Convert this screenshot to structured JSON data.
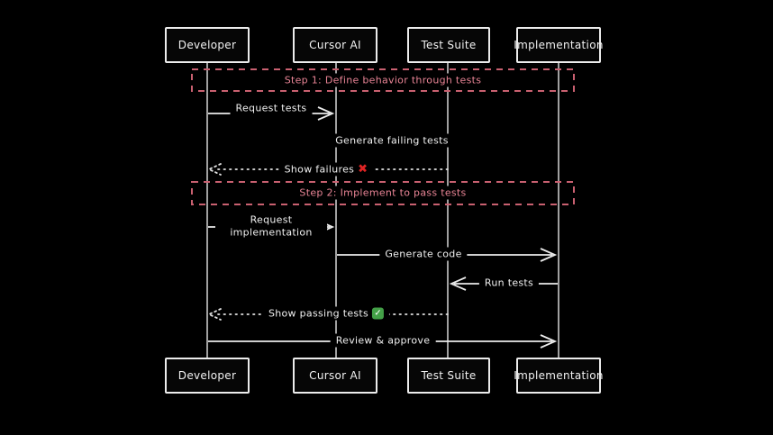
{
  "diagram": {
    "type": "sequence-diagram",
    "actors": [
      {
        "label": "Developer"
      },
      {
        "label": "Cursor AI"
      },
      {
        "label": "Test Suite"
      },
      {
        "label": "Implementation"
      }
    ],
    "steps": [
      {
        "label": "Step 1: Define behavior through tests"
      },
      {
        "label": "Step 2: Implement to pass tests"
      }
    ],
    "messages": [
      {
        "label": "Request tests",
        "from": "Developer",
        "to": "Cursor AI",
        "line": "solid"
      },
      {
        "label": "Generate failing tests",
        "from": "Cursor AI",
        "to": "Test Suite",
        "line": "solid"
      },
      {
        "label": "Show failures",
        "icon": "cross-mark",
        "from": "Test Suite",
        "to": "Developer",
        "line": "dotted"
      },
      {
        "label": "Request implementation",
        "from": "Developer",
        "to": "Cursor AI",
        "line": "solid"
      },
      {
        "label": "Generate code",
        "from": "Cursor AI",
        "to": "Implementation",
        "line": "solid"
      },
      {
        "label": "Run tests",
        "from": "Implementation",
        "to": "Test Suite",
        "line": "solid"
      },
      {
        "label": "Show passing tests",
        "icon": "check-mark",
        "from": "Test Suite",
        "to": "Developer",
        "line": "dotted"
      },
      {
        "label": "Review & approve",
        "from": "Developer",
        "to": "Implementation",
        "line": "solid"
      }
    ],
    "colors": {
      "background": "#000000",
      "line": "#ececec",
      "step_accent": "#d96c7c",
      "fail_icon_red": "#e02424",
      "pass_icon_green": "#43a047"
    }
  }
}
